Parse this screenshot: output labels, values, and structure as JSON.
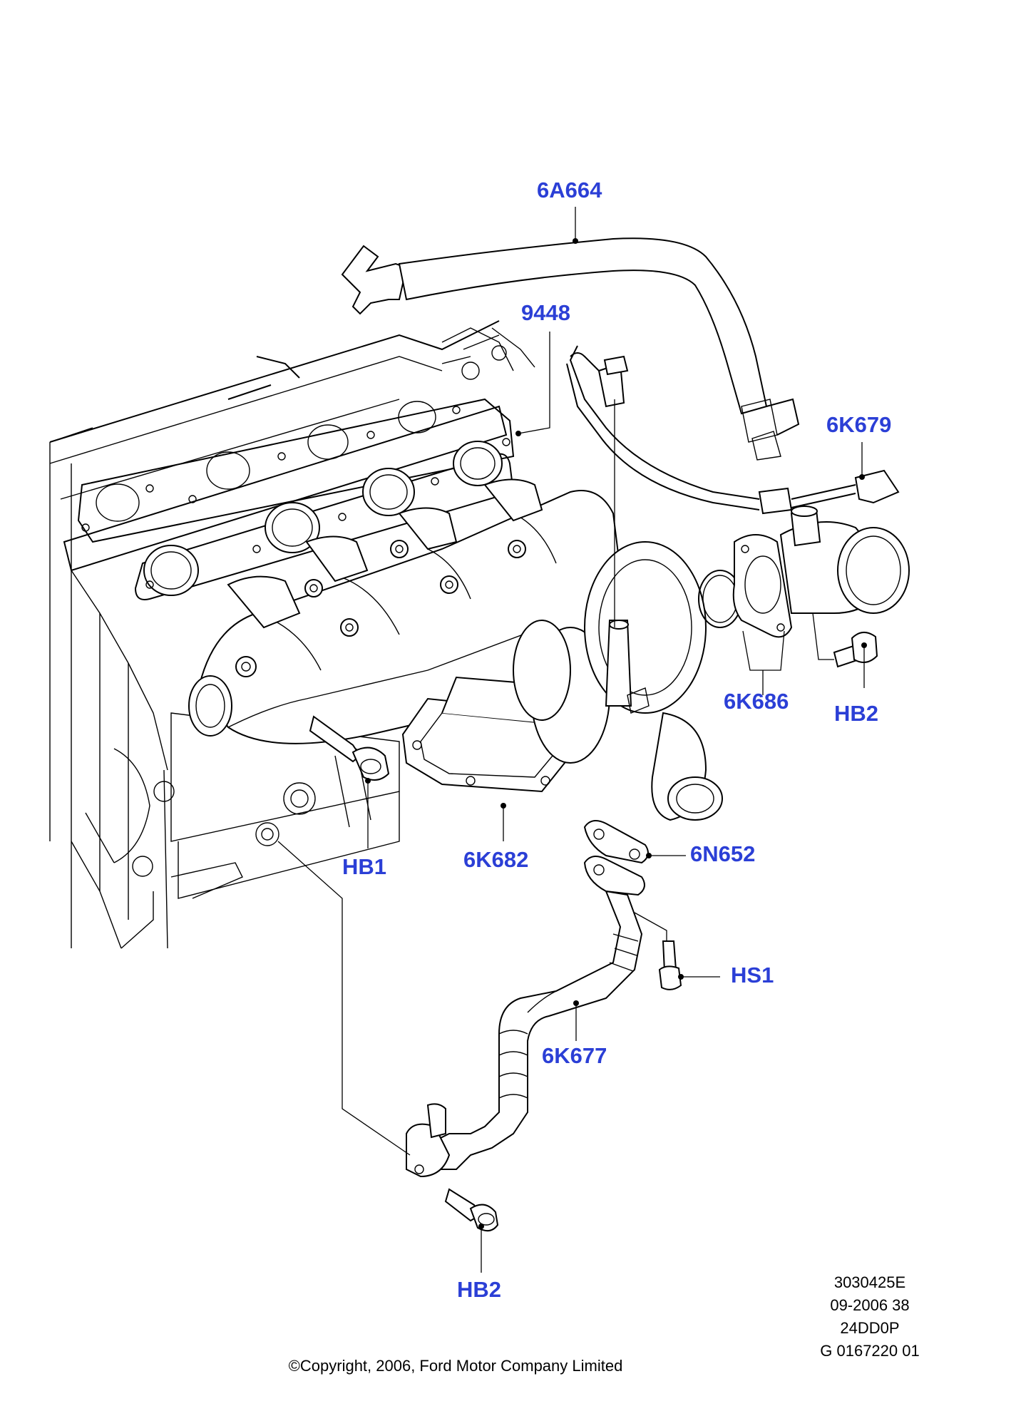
{
  "colors": {
    "callout": "#2b3fd6",
    "line": "#000000",
    "background": "#ffffff"
  },
  "callouts": {
    "p6A664": "6A664",
    "p9448": "9448",
    "p6K679": "6K679",
    "p6K686": "6K686",
    "pHB2_top": "HB2",
    "pHB1": "HB1",
    "p6K682": "6K682",
    "p6N652": "6N652",
    "pHS1": "HS1",
    "p6K677": "6K677",
    "pHB2_bottom": "HB2"
  },
  "reference_block": {
    "line1": "3030425E",
    "line2": "09-2006 38",
    "line3": "24DD0P",
    "line4": "G 0167220 01"
  },
  "copyright": "©Copyright, 2006, Ford Motor Company Limited"
}
